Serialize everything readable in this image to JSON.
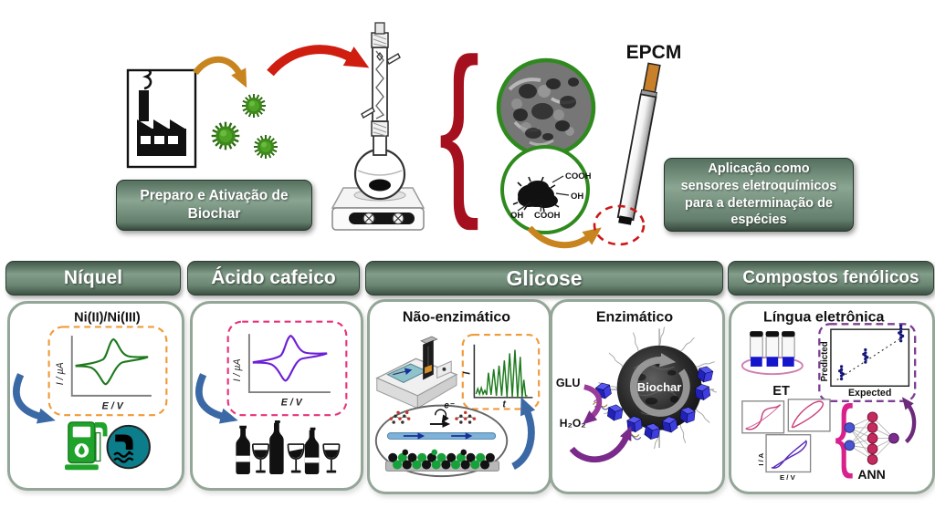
{
  "colors": {
    "header_green_dark": "#43584a",
    "header_green_light": "#829e8a",
    "panel_border": "#93a697",
    "orange_dash": "#f09a3a",
    "pink_dash": "#e8327c",
    "purple_dash": "#7d3f91",
    "cv_green": "#1d7a1d",
    "cv_purple": "#6d1fd4",
    "arrow_blue": "#3b69a5",
    "arrow_red": "#cf1d10",
    "arrow_orange": "#c8841e",
    "brace_red": "#a5101e",
    "brace_magenta": "#d9218e",
    "teal_icon": "#0c7d8a",
    "pump_green": "#1fa32a"
  },
  "top": {
    "prep_label_lines": [
      "Preparo e Ativação de",
      "Biochar"
    ],
    "epcm_label": "EPCM",
    "application_lines": [
      "Aplicação como",
      "sensores eletroquímicos",
      "para a determinação de",
      "espécies"
    ],
    "functional_groups": {
      "cooh_top": "COOH",
      "oh_right": "OH",
      "oh_bottom": "OH",
      "cooh_bottom": "COOH"
    },
    "brace_glyph": "{"
  },
  "panels": {
    "nickel": {
      "header": "Níquel",
      "redox_couple": "Ni(II)/Ni(III)",
      "cv_ylabel": "I / µA",
      "cv_xlabel": "E / V"
    },
    "caffeic": {
      "header": "Ácido cafeico",
      "cv_ylabel": "I / µA",
      "cv_xlabel": "E / V"
    },
    "glucose": {
      "header": "Glicose",
      "non_enzymatic": {
        "title": "Não-enzimático",
        "amp_ylabel": "I",
        "amp_xlabel": "t",
        "electron_label": "e⁻"
      },
      "enzymatic": {
        "title": "Enzimático",
        "sphere_label": "Biochar",
        "substrate_label": "GLU",
        "product_label": "H₂O₂"
      }
    },
    "phenolic": {
      "header": "Compostos fenólicos",
      "title": "Língua eletrônica",
      "et_label": "ET",
      "ann_label": "ANN",
      "brace_glyph": "{",
      "scatter_ylabel": "Predicted",
      "scatter_xlabel": "Expected",
      "cv_ylabel": "I / A",
      "cv_xlabel": "E / V"
    }
  }
}
